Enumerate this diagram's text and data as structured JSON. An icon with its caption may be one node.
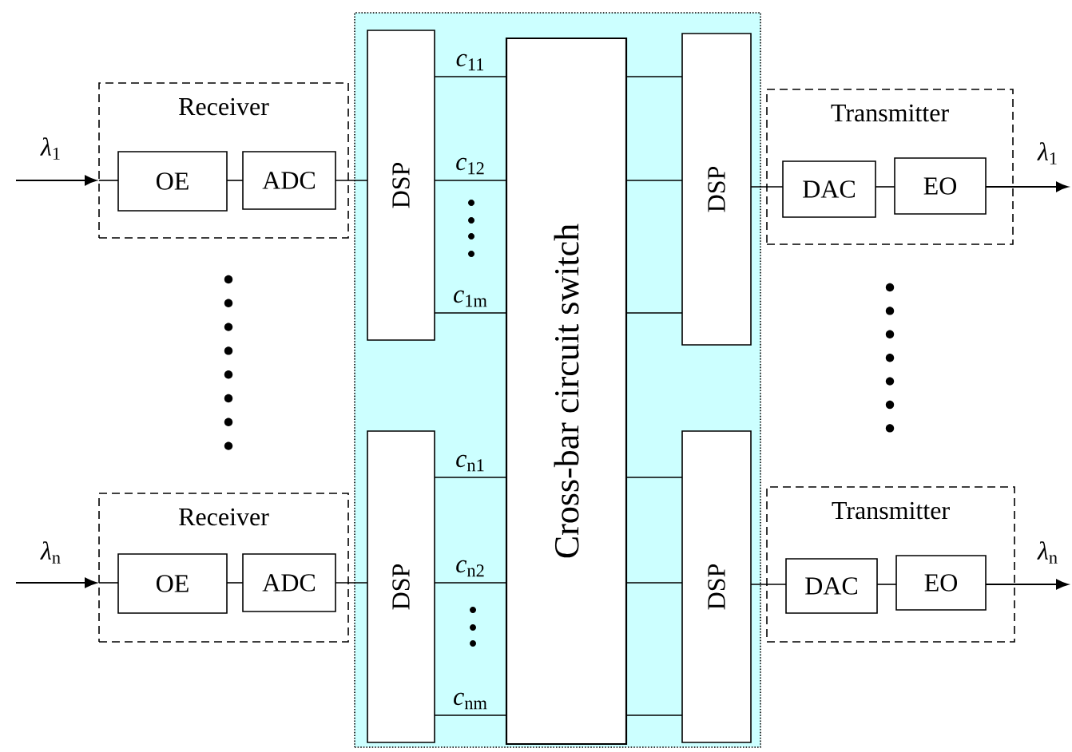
{
  "diagram": {
    "nodes": [
      {
        "text": [
          "Receiver"
        ]
      },
      {
        "text": [
          "OE"
        ],
        "in": 0
      },
      {
        "text": [
          "ADC"
        ],
        "in": 0
      },
      {
        "text": [
          "Receiver"
        ]
      },
      {
        "text": [
          "OE"
        ],
        "in": 3
      },
      {
        "text": [
          "ADC"
        ],
        "in": 3
      },
      {
        "text": [],
        "shape": "box"
      },
      {
        "text": [
          "DSP"
        ],
        "in": 6
      },
      {
        "text": [
          "DSP"
        ],
        "in": 6
      },
      {
        "text": [
          "Cross-bar circuit switch"
        ],
        "in": 6
      },
      {
        "text": [
          "DSP"
        ],
        "in": 6
      },
      {
        "text": [
          "DSP"
        ],
        "in": 6
      },
      {
        "text": [
          "Transmitter"
        ]
      },
      {
        "text": [
          "DAC"
        ],
        "in": 12
      },
      {
        "text": [
          "EO"
        ],
        "in": 12
      },
      {
        "text": [
          "Transmitter"
        ]
      },
      {
        "text": [
          "DAC"
        ],
        "in": 15
      },
      {
        "text": [
          "EO"
        ],
        "in": 15
      }
    ],
    "edges": [
      {
        "from": null,
        "to": 0,
        "arrow": "to",
        "label": "*λ*$_{1}$"
      },
      {
        "from": 0,
        "to": 1,
        "arrow": "none"
      },
      {
        "from": 1,
        "to": 2,
        "arrow": "none"
      },
      {
        "from": 2,
        "to": 7,
        "arrow": "none"
      },
      {
        "from": 7,
        "to": 9,
        "arrow": "none",
        "label": "*c*$_{11}$"
      },
      {
        "from": 7,
        "to": 9,
        "arrow": "none",
        "label": "*c*$_{12}$"
      },
      {
        "from": 7,
        "to": 9,
        "arrow": "none",
        "label": "*c*$_{1m}$"
      },
      {
        "from": 9,
        "to": 10,
        "arrow": "none"
      },
      {
        "from": 9,
        "to": 10,
        "arrow": "none"
      },
      {
        "from": 9,
        "to": 10,
        "arrow": "none"
      },
      {
        "from": 10,
        "to": 13,
        "arrow": "none"
      },
      {
        "from": 13,
        "to": 14,
        "arrow": "none"
      },
      {
        "from": 14,
        "to": null,
        "arrow": "to",
        "label": "*λ*$_{1}$"
      },
      {
        "from": null,
        "to": 3,
        "arrow": "to",
        "label": "*λ*$_{n}$"
      },
      {
        "from": 3,
        "to": 4,
        "arrow": "none"
      },
      {
        "from": 4,
        "to": 5,
        "arrow": "none"
      },
      {
        "from": 5,
        "to": 8,
        "arrow": "none"
      },
      {
        "from": 8,
        "to": 9,
        "arrow": "none",
        "label": "*c*$_{n1}$"
      },
      {
        "from": 8,
        "to": 9,
        "arrow": "none",
        "label": "*c*$_{n2}$"
      },
      {
        "from": 8,
        "to": 9,
        "arrow": "none",
        "label": "*c*$_{nm}$"
      },
      {
        "from": 9,
        "to": 11,
        "arrow": "none"
      },
      {
        "from": 9,
        "to": 11,
        "arrow": "none"
      },
      {
        "from": 9,
        "to": 11,
        "arrow": "none"
      },
      {
        "from": 11,
        "to": 16,
        "arrow": "none"
      },
      {
        "from": 16,
        "to": 17,
        "arrow": "none"
      },
      {
        "from": 17,
        "to": null,
        "arrow": "to",
        "label": "*λ*$_{n}$"
      }
    ]
  }
}
